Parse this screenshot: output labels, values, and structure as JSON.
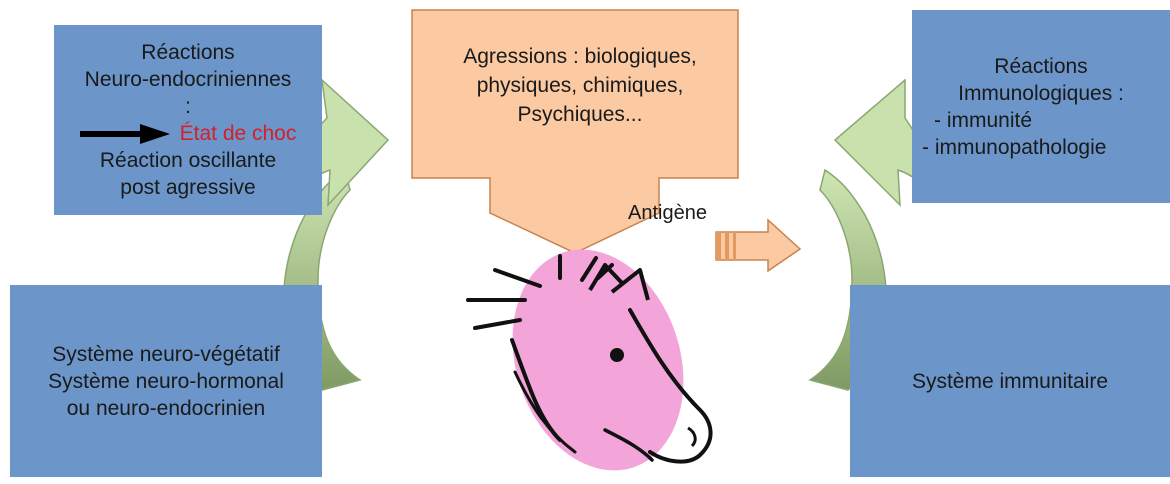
{
  "diagram": {
    "top_left_box": {
      "lines": [
        "Réactions",
        "Neuro-endocriniennes",
        ":"
      ],
      "shock_label": "État de choc",
      "lines_after": [
        "Réaction oscillante",
        "post agressive"
      ]
    },
    "top_center_box": {
      "lines": [
        "Agressions : biologiques,",
        "physiques, chimiques,",
        "Psychiques..."
      ]
    },
    "top_right_box": {
      "lines": [
        "Réactions",
        "Immunologiques :",
        "- immunité",
        "- immunopathologie"
      ]
    },
    "bottom_left_box": {
      "lines": [
        "Système neuro-végétatif",
        "Système neuro-hormonal",
        "ou neuro-endocrinien"
      ]
    },
    "bottom_right_box": {
      "lines": [
        "Système immunitaire"
      ]
    },
    "antigen_label": "Antigène",
    "colors": {
      "box_blue": "#6c95c9",
      "peach": "#fbc9a2",
      "cycle_green": "#b9d99a",
      "shock_red": "#d3202a",
      "horse_pink": "#f3a4d9"
    }
  }
}
